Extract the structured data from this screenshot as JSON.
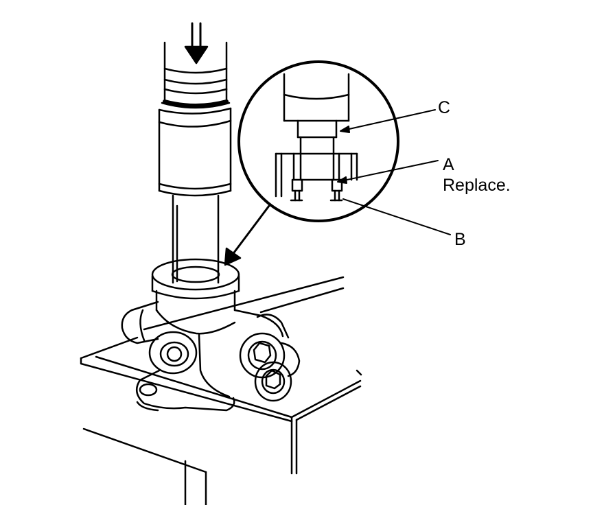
{
  "callouts": {
    "c": "C",
    "a": "A",
    "a_note": "Replace.",
    "b": "B"
  },
  "colors": {
    "ink": "#000000",
    "paper": "#ffffff"
  }
}
